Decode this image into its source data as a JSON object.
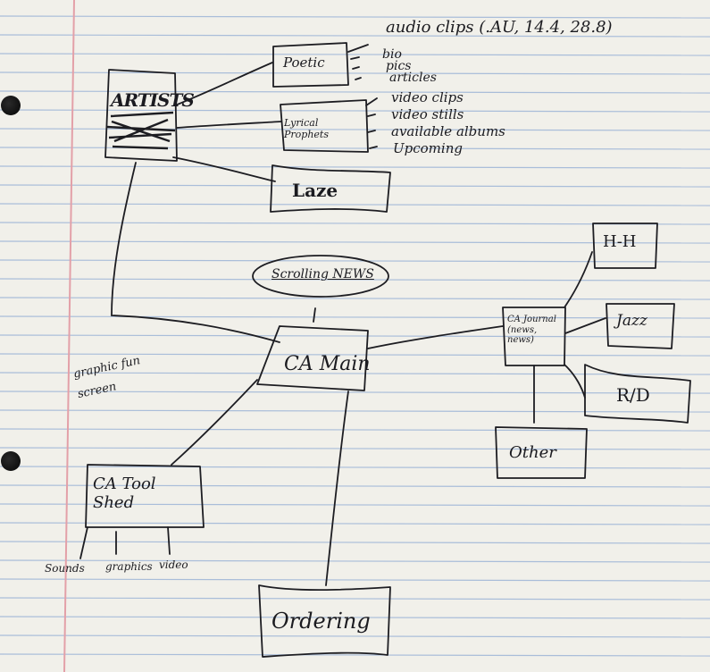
{
  "nodes": {
    "artists": "ARTISTS",
    "poetic": "Poetic",
    "lyrical_prophets": "Lyrical Prophets",
    "laze": "Laze",
    "scrolling_news": "Scrolling NEWS",
    "ca_main": "CA Main",
    "ca_journal": "CA Journal (news, news)",
    "hh": "H-H",
    "jazz": "Jazz",
    "rd": "R/D",
    "other": "Other",
    "ca_tool_shed": "CA Tool Shed",
    "ordering": "Ordering"
  },
  "poetic_items": [
    "audio clips (.AU, 14.4, 28.8)",
    "bio",
    "pics",
    "articles"
  ],
  "lyrical_items": [
    "video clips",
    "video stills",
    "available albums",
    "Upcoming"
  ],
  "tool_shed_items": [
    "Sounds",
    "graphics",
    "video"
  ],
  "notes": {
    "graphic_fun_screen": "graphic fun screen"
  },
  "colors": {
    "paper": "#f1f0ea",
    "rule_line": "#a9bdd9",
    "margin_line": "#e3a0a8",
    "ink": "#1d1d22"
  }
}
